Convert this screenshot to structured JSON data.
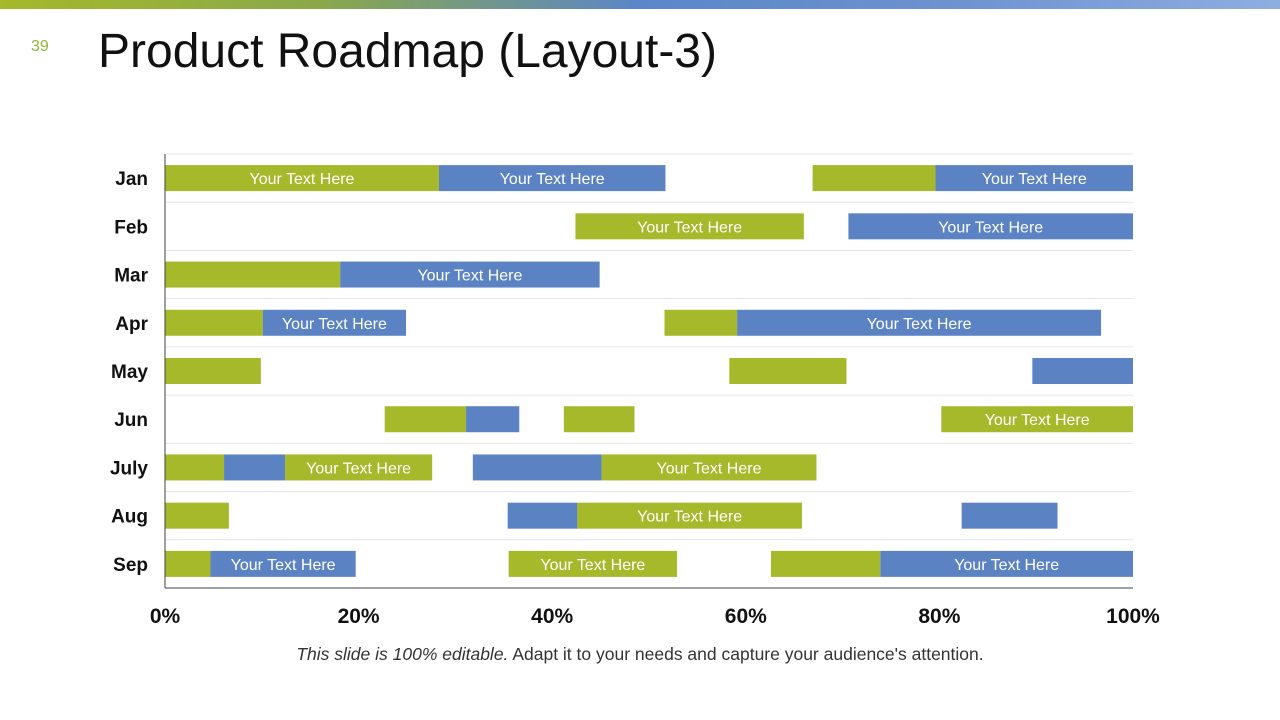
{
  "slide": {
    "number": "39",
    "title": "Product Roadmap (Layout-3)"
  },
  "footer": {
    "italic": "This slide is 100% editable.",
    "rest": " Adapt it to your needs and capture your audience's attention."
  },
  "colors": {
    "green": "#a5b92a",
    "blue": "#5b83c4",
    "gridline": "#e6e6e6",
    "axis": "#404040"
  },
  "chart_data": {
    "type": "bar",
    "orientation": "horizontal",
    "stacked": true,
    "xlim": [
      0,
      100
    ],
    "xticks": [
      "0%",
      "20%",
      "40%",
      "60%",
      "80%",
      "100%"
    ],
    "categories": [
      "Jan",
      "Feb",
      "Mar",
      "Apr",
      "May",
      "Jun",
      "July",
      "Aug",
      "Sep"
    ],
    "rows": [
      {
        "month": "Jan",
        "segments": [
          {
            "start": 0,
            "end": 28.3,
            "color": "green",
            "label": "Your Text Here"
          },
          {
            "start": 28.3,
            "end": 51.7,
            "color": "blue",
            "label": "Your Text Here"
          },
          {
            "start": 66.9,
            "end": 79.6,
            "color": "green",
            "label": ""
          },
          {
            "start": 79.6,
            "end": 100,
            "color": "blue",
            "label": "Your Text Here"
          }
        ]
      },
      {
        "month": "Feb",
        "segments": [
          {
            "start": 42.4,
            "end": 66.0,
            "color": "green",
            "label": "Your Text Here"
          },
          {
            "start": 70.6,
            "end": 100,
            "color": "blue",
            "label": "Your Text Here"
          }
        ]
      },
      {
        "month": "Mar",
        "segments": [
          {
            "start": 0,
            "end": 18.1,
            "color": "green",
            "label": ""
          },
          {
            "start": 18.1,
            "end": 44.9,
            "color": "blue",
            "label": "Your Text Here"
          }
        ]
      },
      {
        "month": "Apr",
        "segments": [
          {
            "start": 0,
            "end": 10.1,
            "color": "green",
            "label": ""
          },
          {
            "start": 10.1,
            "end": 24.9,
            "color": "blue",
            "label": "Your Text Here"
          },
          {
            "start": 51.6,
            "end": 59.1,
            "color": "green",
            "label": ""
          },
          {
            "start": 59.1,
            "end": 96.7,
            "color": "blue",
            "label": "Your Text Here"
          }
        ]
      },
      {
        "month": "May",
        "segments": [
          {
            "start": 0,
            "end": 9.9,
            "color": "green",
            "label": ""
          },
          {
            "start": 58.3,
            "end": 70.4,
            "color": "green",
            "label": ""
          },
          {
            "start": 89.6,
            "end": 100,
            "color": "blue",
            "label": ""
          }
        ]
      },
      {
        "month": "Jun",
        "segments": [
          {
            "start": 22.7,
            "end": 31.1,
            "color": "green",
            "label": ""
          },
          {
            "start": 31.1,
            "end": 36.6,
            "color": "blue",
            "label": ""
          },
          {
            "start": 41.2,
            "end": 48.5,
            "color": "green",
            "label": ""
          },
          {
            "start": 80.2,
            "end": 100,
            "color": "green",
            "label": "Your Text Here"
          }
        ]
      },
      {
        "month": "July",
        "segments": [
          {
            "start": 0,
            "end": 6.1,
            "color": "green",
            "label": ""
          },
          {
            "start": 6.1,
            "end": 12.4,
            "color": "blue",
            "label": ""
          },
          {
            "start": 12.4,
            "end": 27.6,
            "color": "green",
            "label": "Your Text Here"
          },
          {
            "start": 31.8,
            "end": 45.1,
            "color": "blue",
            "label": ""
          },
          {
            "start": 45.1,
            "end": 67.3,
            "color": "green",
            "label": "Your Text Here"
          }
        ]
      },
      {
        "month": "Aug",
        "segments": [
          {
            "start": 0,
            "end": 6.6,
            "color": "green",
            "label": ""
          },
          {
            "start": 35.4,
            "end": 42.6,
            "color": "blue",
            "label": ""
          },
          {
            "start": 42.6,
            "end": 65.8,
            "color": "green",
            "label": "Your Text Here"
          },
          {
            "start": 82.3,
            "end": 92.2,
            "color": "blue",
            "label": ""
          }
        ]
      },
      {
        "month": "Sep",
        "segments": [
          {
            "start": 0,
            "end": 4.7,
            "color": "green",
            "label": ""
          },
          {
            "start": 4.7,
            "end": 19.7,
            "color": "blue",
            "label": "Your Text Here"
          },
          {
            "start": 35.5,
            "end": 52.9,
            "color": "green",
            "label": "Your Text Here"
          },
          {
            "start": 62.6,
            "end": 73.9,
            "color": "green",
            "label": ""
          },
          {
            "start": 73.9,
            "end": 100,
            "color": "blue",
            "label": "Your Text Here"
          }
        ]
      }
    ]
  }
}
